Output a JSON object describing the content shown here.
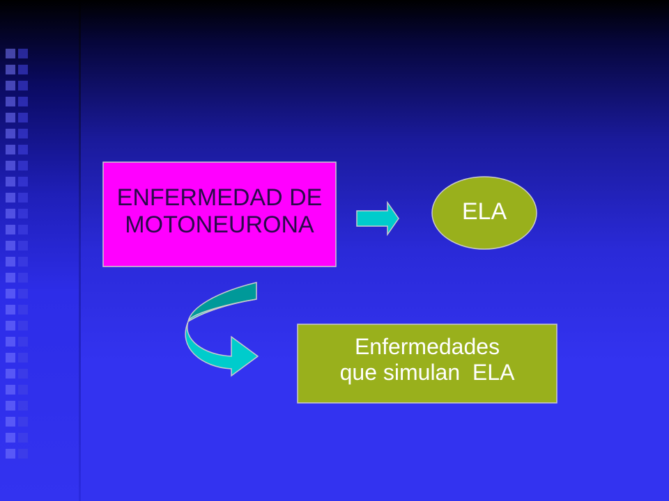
{
  "slide": {
    "colors": {
      "background": "#3333f0",
      "motor_box_fill": "#ff00ff",
      "olive_fill": "#99b01c",
      "arrow_fill": "#00cccc",
      "arrow_dark": "#009999"
    },
    "motor_box": {
      "line1": "ENFERMEDAD DE",
      "line2": "MOTONEURONA"
    },
    "ela_node": {
      "label": "ELA"
    },
    "simulan_box": {
      "line1": "Enfermedades",
      "line2": "que simulan  ELA"
    }
  }
}
